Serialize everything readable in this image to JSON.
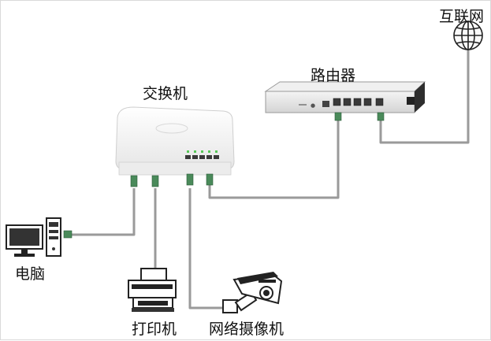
{
  "labels": {
    "internet": "互联网",
    "router": "路由器",
    "switch": "交换机",
    "computer": "电脑",
    "printer": "打印机",
    "camera": "网络摄像机"
  },
  "colors": {
    "cable": "#9a9a9a",
    "port_led": "#58c858",
    "connector": "#4a8a5a",
    "device_dark": "#2f2f2f"
  },
  "icons": {
    "internet": "globe-icon",
    "computer": "desktop-computer-icon",
    "printer": "printer-icon",
    "camera": "cctv-camera-icon"
  }
}
